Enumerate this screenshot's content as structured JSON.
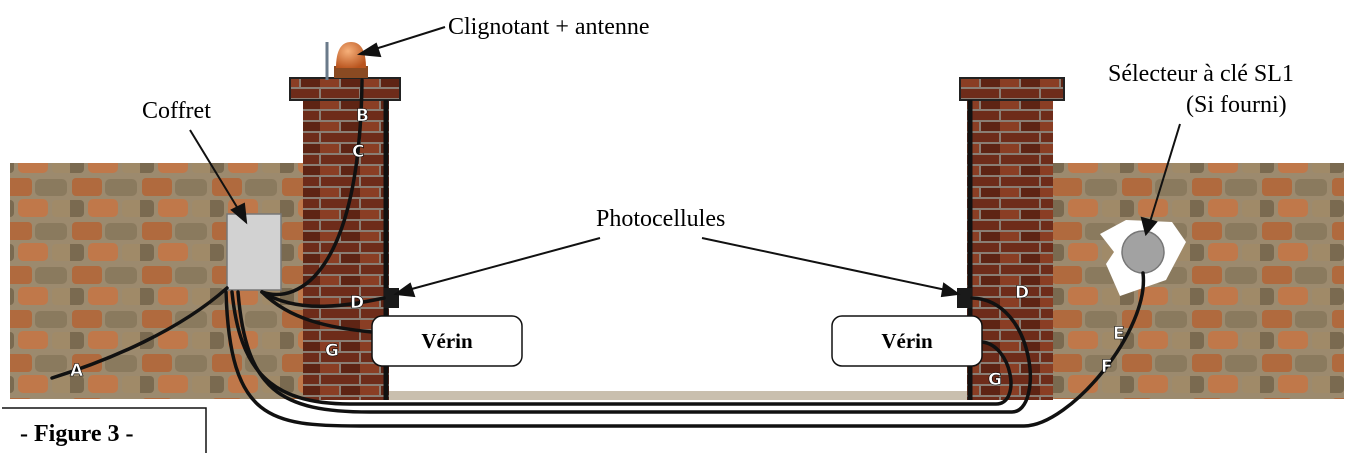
{
  "labels": {
    "flasher": "Clignotant + antenne",
    "box": "Coffret",
    "selector_line1": "Sélecteur à clé SL1",
    "selector_line2": "(Si fourni)",
    "photocells": "Photocellules",
    "actuator_left": "Vérin",
    "actuator_right": "Vérin",
    "figure": "- Figure 3 -"
  },
  "wire_letters": {
    "a": "A",
    "b": "B",
    "c": "C",
    "d_left": "D",
    "d_right": "D",
    "e": "E",
    "f": "F",
    "g_left": "G",
    "g_right": "G"
  },
  "colors": {
    "stone_wall": "#8a6a4a",
    "brick": "#7a3a22",
    "mortar": "#9a8a7a",
    "cable": "#111111",
    "flasher": "#d9783a",
    "coffret": "#cfcfcf",
    "selector": "#a0a0a0"
  }
}
